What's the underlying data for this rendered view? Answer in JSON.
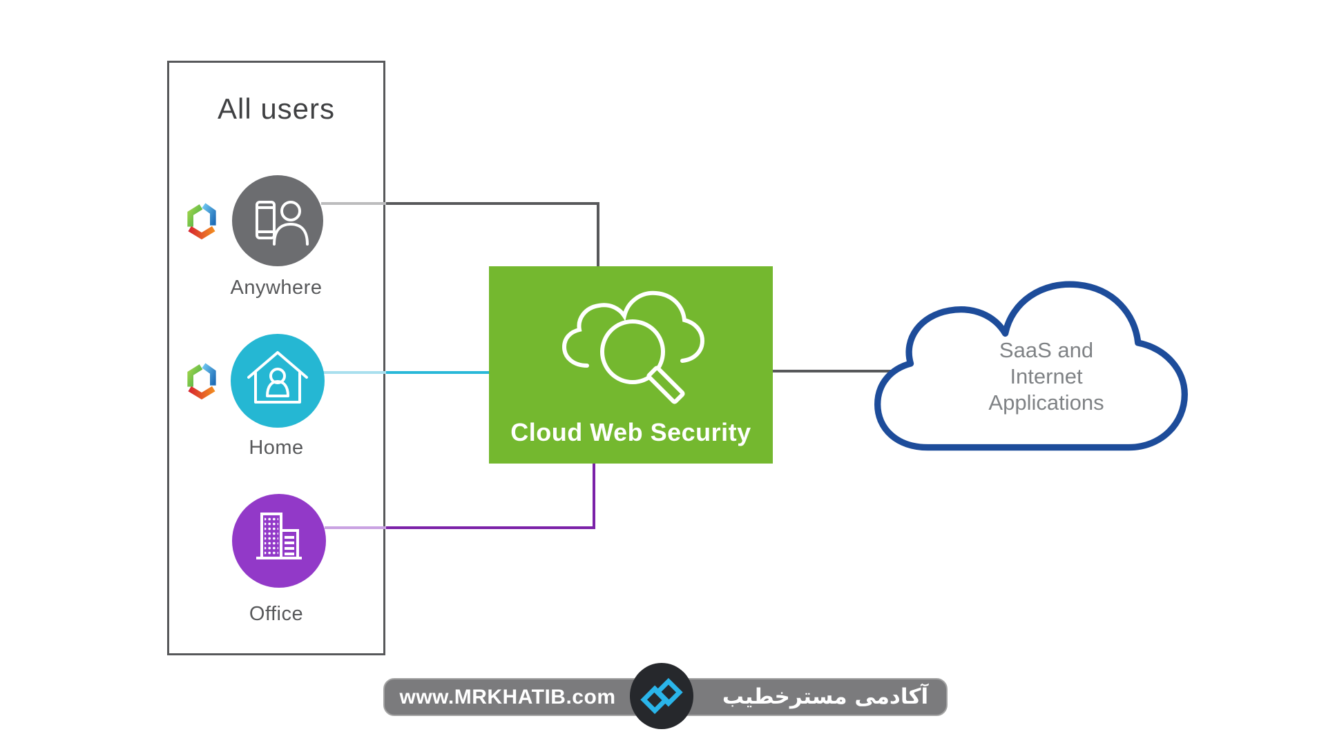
{
  "diagram": {
    "all_users": {
      "title": "All users",
      "users": [
        {
          "label": "Anywhere",
          "circle_color": "#6c6d70",
          "icon": "mobile-user-icon",
          "hub_logo": true
        },
        {
          "label": "Home",
          "circle_color": "#25b7d3",
          "icon": "home-user-icon",
          "hub_logo": true
        },
        {
          "label": "Office",
          "circle_color": "#9239c8",
          "icon": "office-buildings-icon",
          "hub_logo": false
        }
      ]
    },
    "security": {
      "label": "Cloud Web Security",
      "box_color": "#74b82f",
      "icon": "cloud-search-icon"
    },
    "destination": {
      "text": "SaaS and Internet Applications",
      "line1": "SaaS and",
      "line2": "Internet",
      "line3": "Applications",
      "outline_color": "#1d4c9a"
    },
    "connectors": [
      {
        "from": "Anywhere",
        "to": "Cloud Web Security",
        "color": "#57585a"
      },
      {
        "from": "Home",
        "to": "Cloud Web Security",
        "color": "#29b8d8"
      },
      {
        "from": "Office",
        "to": "Cloud Web Security",
        "color": "#7b22a8"
      },
      {
        "from": "Cloud Web Security",
        "to": "SaaS and Internet Applications",
        "color": "#57585a"
      }
    ]
  },
  "footer": {
    "url": "www.MRKHATIB.com",
    "brand": "آکادمی مسترخطیب",
    "logo_color": "#2ab5ea"
  }
}
